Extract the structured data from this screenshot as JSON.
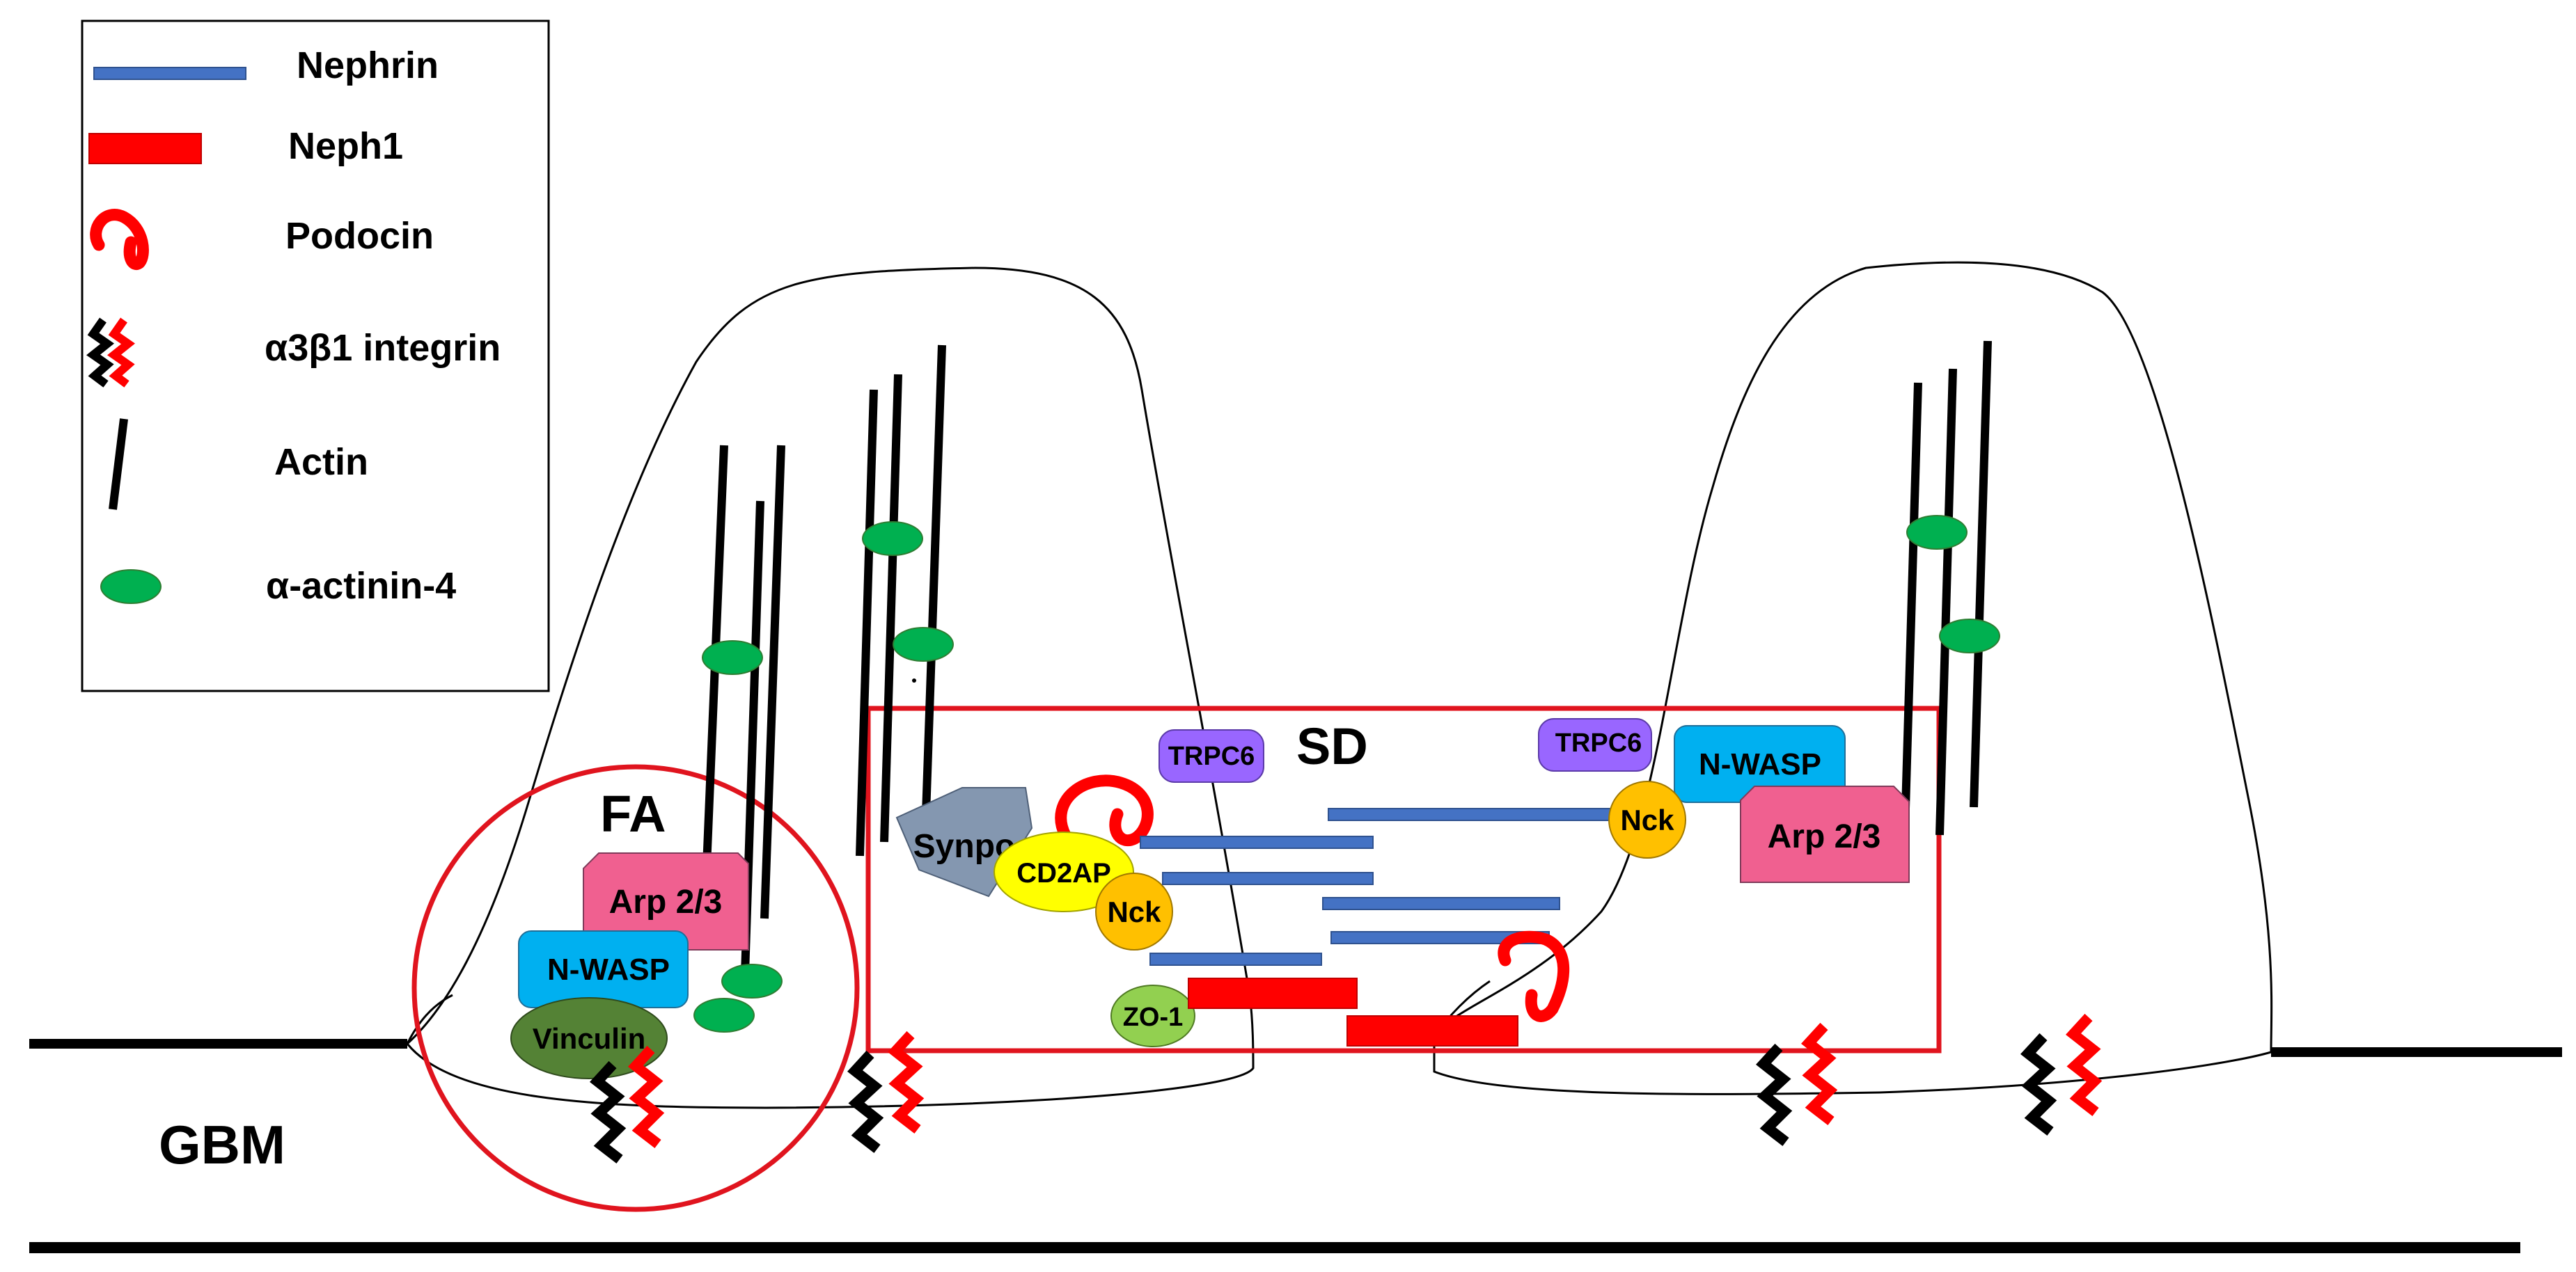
{
  "legend": {
    "items": [
      {
        "label": "Nephrin",
        "icon": "nephrin-bar-icon"
      },
      {
        "label": "Neph1",
        "icon": "neph1-bar-icon"
      },
      {
        "label": "Podocin",
        "icon": "podocin-hairpin-icon"
      },
      {
        "label": "α3β1 integrin",
        "icon": "integrin-helix-icon"
      },
      {
        "label": "Actin",
        "icon": "actin-line-icon"
      },
      {
        "label": "α-actinin-4",
        "icon": "actinin-ellipse-icon"
      }
    ]
  },
  "regions": {
    "fa": "FA",
    "sd": "SD",
    "gbm": "GBM"
  },
  "proteins": {
    "arp23_left": "Arp 2/3",
    "nwasp_left": "N-WASP",
    "vinculin": "Vinculin",
    "synpo": "Synpo",
    "cd2ap": "CD2AP",
    "nck_left": "Nck",
    "zo1": "ZO-1",
    "trpc6_left": "TRPC6",
    "trpc6_right": "TRPC6",
    "nwasp_right": "N-WASP",
    "nck_right": "Nck",
    "arp23_right": "Arp 2/3"
  },
  "colors": {
    "nephrin": "#4472c4",
    "neph1": "#ff0000",
    "podocin": "#ff0000",
    "actinin": "#00b050",
    "arp23": "#f06090",
    "nwasp": "#00b0f0",
    "vinculin": "#548235",
    "synpo": "#8497b0",
    "cd2ap": "#ffff00",
    "nck": "#ffc000",
    "zo1": "#92d050",
    "trpc6": "#9966ff",
    "region_outline": "#e0141e"
  }
}
